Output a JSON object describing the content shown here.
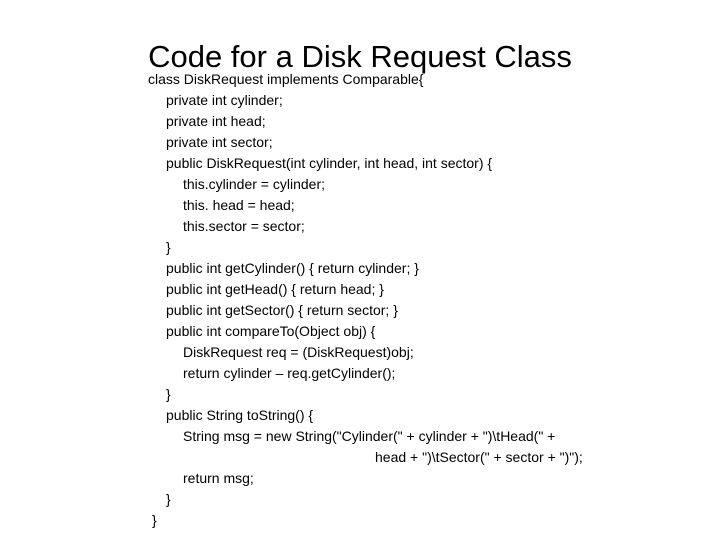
{
  "slide": {
    "title": "Code for a Disk Request Class",
    "background_color": "#ffffff",
    "text_color": "#000000"
  },
  "code": {
    "language": "java",
    "lines": [
      {
        "indent": 0,
        "text": "class DiskRequest implements Comparable{"
      },
      {
        "indent": 1,
        "text": "private int cylinder;"
      },
      {
        "indent": 1,
        "text": "private int head;"
      },
      {
        "indent": 1,
        "text": "private int sector;"
      },
      {
        "indent": 1,
        "text": "public DiskRequest(int cylinder, int head, int sector) {"
      },
      {
        "indent": 2,
        "text": "this.cylinder = cylinder;"
      },
      {
        "indent": 2,
        "text": "this. head = head;"
      },
      {
        "indent": 2,
        "text": "this.sector = sector;"
      },
      {
        "indent": 1,
        "text": "}"
      },
      {
        "indent": 1,
        "text": "public int getCylinder() { return cylinder; }"
      },
      {
        "indent": 1,
        "text": "public int getHead() { return head; }"
      },
      {
        "indent": 1,
        "text": "public int getSector() { return sector; }"
      },
      {
        "indent": 1,
        "text": "public int compareTo(Object obj) {"
      },
      {
        "indent": 2,
        "text": "DiskRequest req = (DiskRequest)obj;"
      },
      {
        "indent": 2,
        "text": "return cylinder – req.getCylinder();"
      },
      {
        "indent": 1,
        "text": "}"
      },
      {
        "indent": 1,
        "text": "public String toString() {"
      },
      {
        "indent": 2,
        "text": "String msg = new String(\"Cylinder(\" + cylinder + \")\\tHead(\" +"
      },
      {
        "indent": "cont",
        "text": "head + \")\\tSector(\" + sector + \")\");"
      },
      {
        "indent": 2,
        "text": "return msg;"
      },
      {
        "indent": 1,
        "text": "}"
      },
      {
        "indent": -1,
        "text": "}"
      }
    ]
  }
}
